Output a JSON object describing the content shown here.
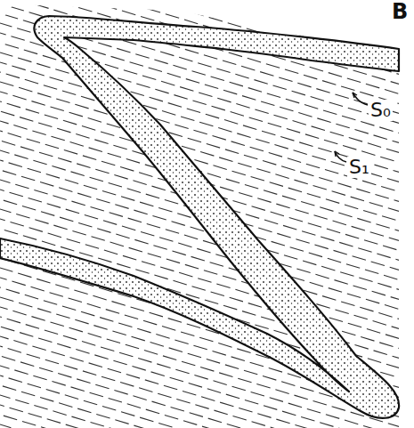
{
  "diagram": {
    "labels": [
      "B",
      "S₀",
      "S₁"
    ]
  }
}
